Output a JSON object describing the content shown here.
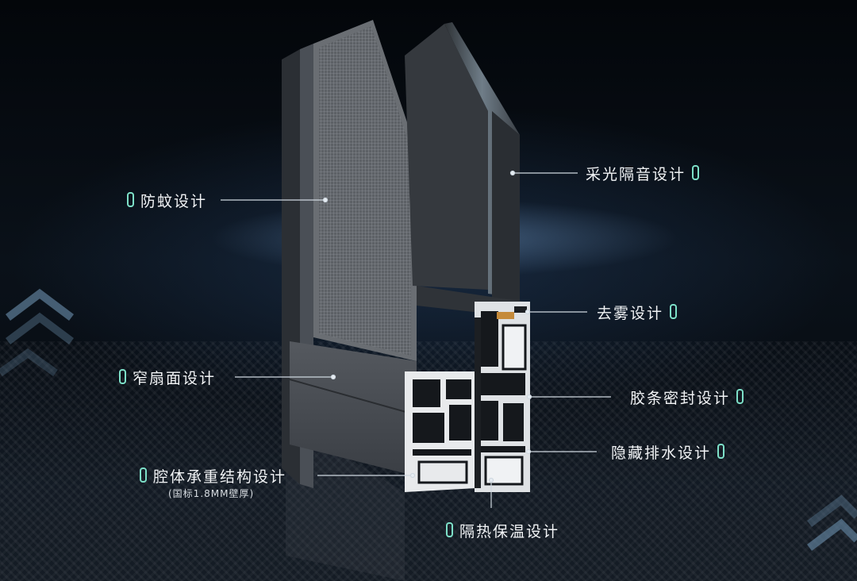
{
  "callouts": {
    "fangwen": "防蚊设计",
    "caiguang": "采光隔音设计",
    "quwu": "去雾设计",
    "zhaishan": "窄扇面设计",
    "jiaotiao": "胶条密封设计",
    "yincang": "隐藏排水设计",
    "qiangti": "腔体承重结构设计",
    "qiangti_sub": "(国标1.8MM壁厚)",
    "gere": "隔热保温设计"
  },
  "colors": {
    "accent": "#7de0c8",
    "label_text": "#f2f4f6",
    "background": "#05080d",
    "frame": "#3c4046",
    "profile": "#e8eaec"
  }
}
